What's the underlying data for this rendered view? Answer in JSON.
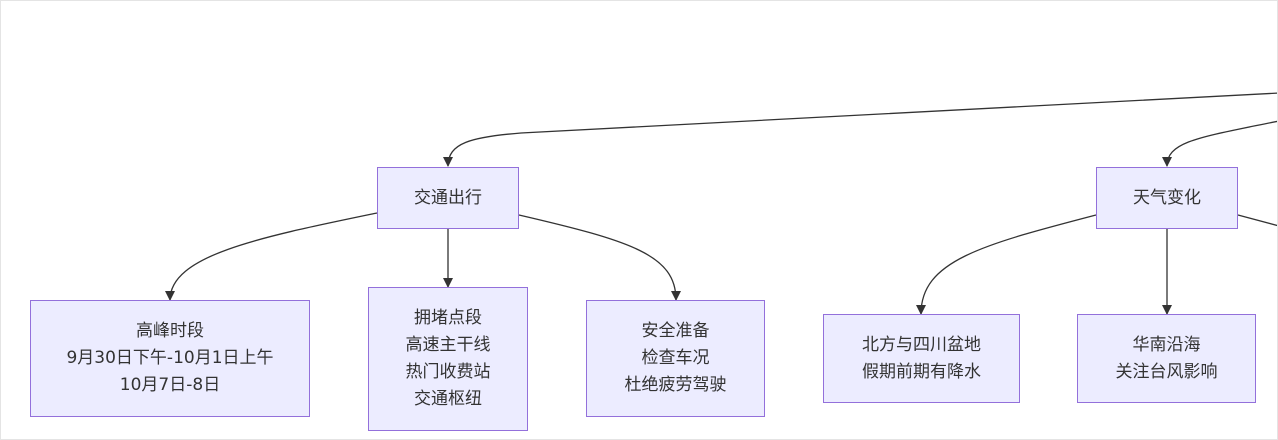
{
  "colors": {
    "node_fill": "#ECECFF",
    "node_border": "#9370DB",
    "edge": "#333333"
  },
  "nodes": {
    "traffic": {
      "lines": [
        "交通出行"
      ]
    },
    "weather": {
      "lines": [
        "天气变化"
      ]
    },
    "peak": {
      "lines": [
        "高峰时段",
        "9月30日下午-10月1日上午",
        "10月7日-8日"
      ]
    },
    "congestion": {
      "lines": [
        "拥堵点段",
        "高速主干线",
        "热门收费站",
        "交通枢纽"
      ]
    },
    "safety": {
      "lines": [
        "安全准备",
        "检查车况",
        "杜绝疲劳驾驶"
      ]
    },
    "north": {
      "lines": [
        "北方与四川盆地",
        "假期前期有降水"
      ]
    },
    "south": {
      "lines": [
        "华南沿海",
        "关注台风影响"
      ]
    }
  }
}
